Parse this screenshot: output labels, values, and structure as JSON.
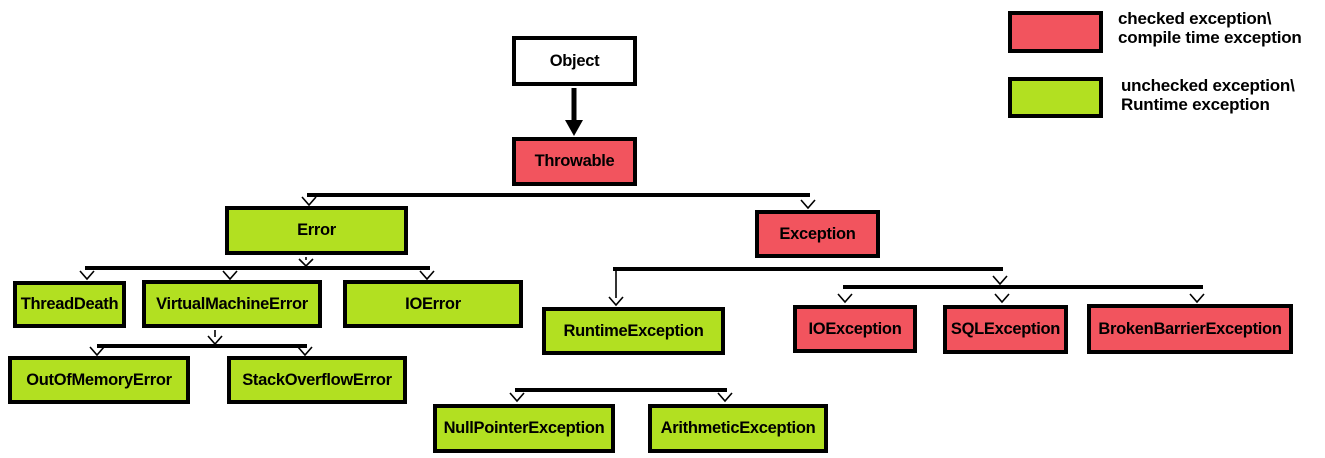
{
  "title": "Java exception hierarchy diagram",
  "colors": {
    "checked": "#F2545E",
    "unchecked": "#B2E021",
    "neutral": "#FFFFFF",
    "border": "#000000"
  },
  "nodes": [
    {
      "id": "object",
      "label": "Object",
      "kind": "neutral"
    },
    {
      "id": "throwable",
      "label": "Throwable",
      "kind": "checked"
    },
    {
      "id": "error",
      "label": "Error",
      "kind": "unchecked"
    },
    {
      "id": "exception",
      "label": "Exception",
      "kind": "checked"
    },
    {
      "id": "threaddeath",
      "label": "ThreadDeath",
      "kind": "unchecked"
    },
    {
      "id": "virtualmachineerror",
      "label": "VirtualMachineError",
      "kind": "unchecked"
    },
    {
      "id": "ioerror",
      "label": "IOError",
      "kind": "unchecked"
    },
    {
      "id": "outofmemoryerror",
      "label": "OutOfMemoryError",
      "kind": "unchecked"
    },
    {
      "id": "stackoverflowerror",
      "label": "StackOverflowError",
      "kind": "unchecked"
    },
    {
      "id": "runtimeexception",
      "label": "RuntimeException",
      "kind": "unchecked"
    },
    {
      "id": "ioexception",
      "label": "IOException",
      "kind": "checked"
    },
    {
      "id": "sqlexception",
      "label": "SQLException",
      "kind": "checked"
    },
    {
      "id": "brokenbarrierexception",
      "label": "BrokenBarrierException",
      "kind": "checked"
    },
    {
      "id": "nullpointerexception",
      "label": "NullPointerException",
      "kind": "unchecked"
    },
    {
      "id": "arithmeticexception",
      "label": "ArithmeticException",
      "kind": "unchecked"
    }
  ],
  "edges": [
    [
      "Object",
      "Throwable"
    ],
    [
      "Throwable",
      "Error"
    ],
    [
      "Throwable",
      "Exception"
    ],
    [
      "Error",
      "ThreadDeath"
    ],
    [
      "Error",
      "VirtualMachineError"
    ],
    [
      "Error",
      "IOError"
    ],
    [
      "VirtualMachineError",
      "OutOfMemoryError"
    ],
    [
      "VirtualMachineError",
      "StackOverflowError"
    ],
    [
      "Exception",
      "RuntimeException"
    ],
    [
      "Exception",
      "IOException"
    ],
    [
      "Exception",
      "SQLException"
    ],
    [
      "Exception",
      "BrokenBarrierException"
    ],
    [
      "RuntimeException",
      "NullPointerException"
    ],
    [
      "RuntimeException",
      "ArithmeticException"
    ]
  ],
  "legend": {
    "items": [
      {
        "kind": "checked",
        "line1": "checked exception\\",
        "line2": "compile time exception"
      },
      {
        "kind": "unchecked",
        "line1": "unchecked exception\\",
        "line2": "Runtime exception"
      }
    ]
  }
}
